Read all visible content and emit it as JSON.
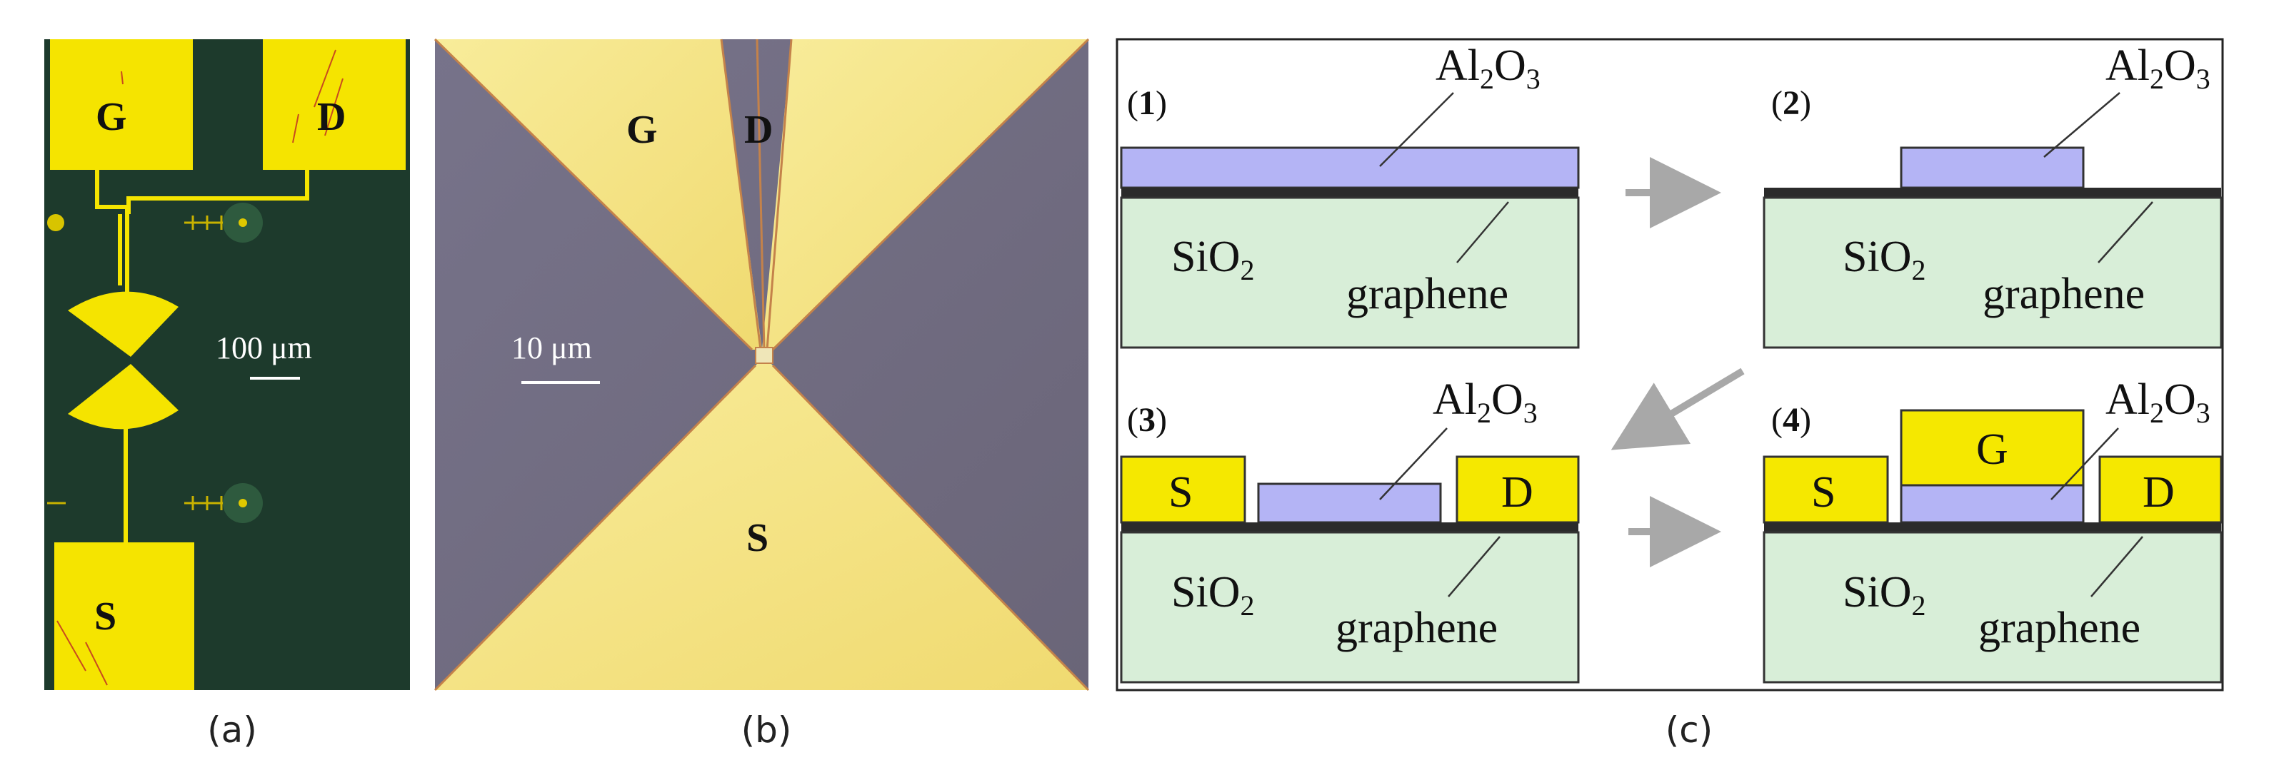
{
  "panels": {
    "a": {
      "caption": "(a)",
      "pads": {
        "gate": "G",
        "drain": "D",
        "source": "S"
      },
      "scale_label": "100 μm"
    },
    "b": {
      "caption": "(b)",
      "labels": {
        "gate": "G",
        "drain": "D",
        "source": "S"
      },
      "scale_label": "10 μm"
    },
    "c": {
      "caption": "(c)",
      "steps": [
        {
          "number": "1",
          "oxide": "Al",
          "oxide_sub1": "2",
          "oxide_o": "O",
          "oxide_sub2": "3",
          "substrate": "SiO",
          "substrate_sub": "2",
          "channel": "graphene"
        },
        {
          "number": "2",
          "oxide": "Al",
          "oxide_sub1": "2",
          "oxide_o": "O",
          "oxide_sub2": "3",
          "substrate": "SiO",
          "substrate_sub": "2",
          "channel": "graphene"
        },
        {
          "number": "3",
          "oxide": "Al",
          "oxide_sub1": "2",
          "oxide_o": "O",
          "oxide_sub2": "3",
          "substrate": "SiO",
          "substrate_sub": "2",
          "channel": "graphene",
          "source": "S",
          "drain": "D"
        },
        {
          "number": "4",
          "oxide": "Al",
          "oxide_sub1": "2",
          "oxide_o": "O",
          "oxide_sub2": "3",
          "substrate": "SiO",
          "substrate_sub": "2",
          "channel": "graphene",
          "source": "S",
          "drain": "D",
          "gate": "G"
        }
      ]
    }
  },
  "colors": {
    "metal": "#f5e800",
    "oxide": "#b4b4f5",
    "substrate": "#d8eed8",
    "graphene_layer": "#2b2b2b",
    "chip_background": "#1d3a2c",
    "optical_background": "#6f6a78",
    "optical_gold": "#f4e48a",
    "arrow": "#a8a8a8"
  }
}
